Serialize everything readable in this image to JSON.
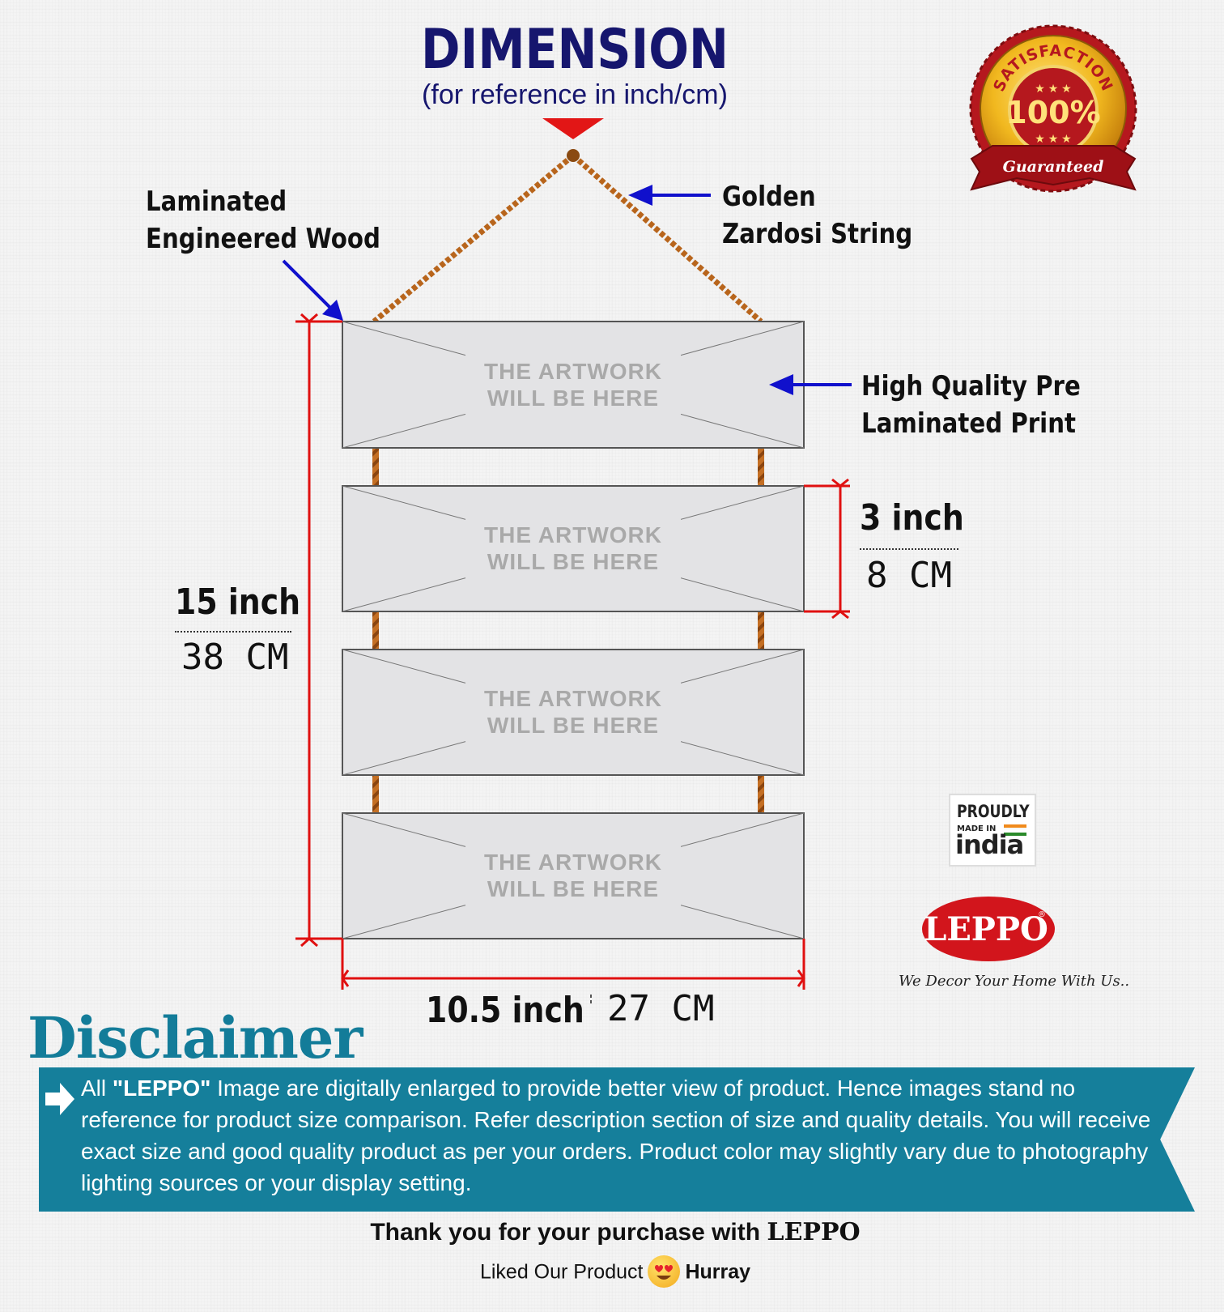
{
  "header": {
    "title": "DIMENSION",
    "subtitle": "(for reference in inch/cm)"
  },
  "callouts": {
    "wood": "Laminated\nEngineered Wood",
    "string": "Golden\nZardosi String",
    "print": "High Quality Pre\nLaminated Print"
  },
  "panels": {
    "label_line1": "THE ARTWORK",
    "label_line2": "WILL BE HERE",
    "count": 4
  },
  "dimensions": {
    "height_inch": "15 inch",
    "height_cm": "38 CM",
    "panel_inch": "3 inch",
    "panel_cm": "8 CM",
    "width_inch": "10.5 inch",
    "width_cm": "27 CM"
  },
  "badge": {
    "arc_text": "SATISFACTION",
    "percent": "100%",
    "ribbon": "Guaranteed"
  },
  "made_in_india": {
    "line1": "PROUDLY",
    "line2": "MADE IN",
    "line3": "india"
  },
  "brand": {
    "name": "LEPPO",
    "tagline": "We Decor Your Home With Us.."
  },
  "disclaimer": {
    "title": "Disclaimer",
    "text_before": "All ",
    "brand_quoted": "\"LEPPO\"",
    "text_after": " Image are digitally enlarged to provide better view of product. Hence images stand no reference for product size comparison. Refer description section of size and quality details. You will receive exact size and good quality product as per your orders. Product color may slightly vary due to photography lighting sources or your display setting."
  },
  "footer": {
    "thanks_text": "Thank you for your purchase with",
    "thanks_brand": "LEPPO",
    "liked_text": "Liked Our Product",
    "hurray": "Hurray"
  },
  "colors": {
    "title": "#16166e",
    "dimension_line": "#e01010",
    "arrow": "#1010cc",
    "rope": "#b8651c",
    "disclaimer": "#157f9b",
    "brand_red": "#d2151c"
  }
}
